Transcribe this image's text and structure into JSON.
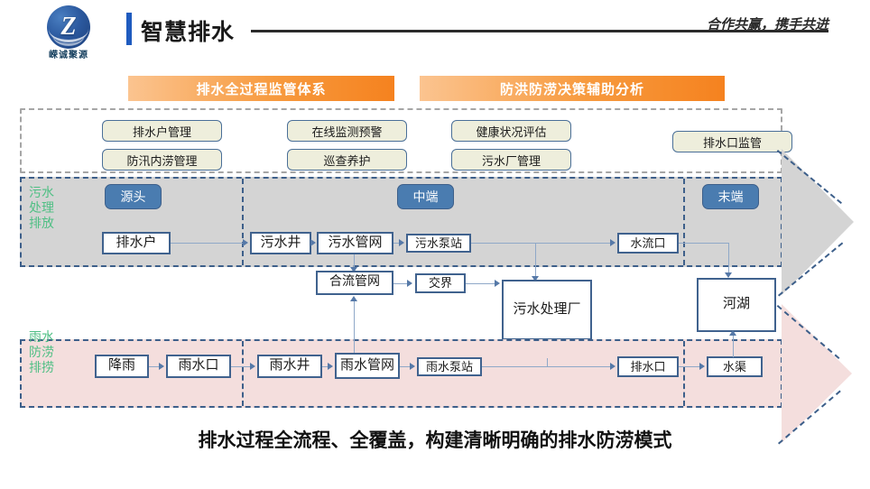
{
  "header": {
    "logo_name": "嵘诚聚源",
    "logo_glyph": "Z",
    "title": "智慧排水",
    "slogan": "合作共赢，携手共进"
  },
  "banners": [
    {
      "label": "排水全过程监管体系"
    },
    {
      "label": "防洪防涝决策辅助分析"
    }
  ],
  "function_modules": [
    {
      "label": "排水户管理"
    },
    {
      "label": "防汛内涝管理"
    },
    {
      "label": "在线监测预警"
    },
    {
      "label": "巡查养护"
    },
    {
      "label": "健康状况评估"
    },
    {
      "label": "污水厂管理"
    },
    {
      "label": "排水口监管"
    }
  ],
  "stages": [
    {
      "label": "源头"
    },
    {
      "label": "中端"
    },
    {
      "label": "末端"
    }
  ],
  "sections": [
    {
      "label": "污水\n处理\n排放",
      "lines": [
        "污水",
        "处理",
        "排放"
      ],
      "color": "#4fbf84"
    },
    {
      "label": "雨水\n防涝\n排捞",
      "lines": [
        "雨水",
        "防涝",
        "排捞"
      ],
      "color": "#4fbf84"
    }
  ],
  "sewage_flow": [
    {
      "label": "排水户"
    },
    {
      "label": "污水井"
    },
    {
      "label": "污水管网"
    },
    {
      "label": "污水泵站"
    },
    {
      "label": "水流口"
    }
  ],
  "middle_flow": [
    {
      "label": "合流管网"
    },
    {
      "label": "交界"
    },
    {
      "label": "污水处理厂"
    },
    {
      "label": "河湖"
    }
  ],
  "rain_flow": [
    {
      "label": "降雨"
    },
    {
      "label": "雨水口"
    },
    {
      "label": "雨水井"
    },
    {
      "label": "雨水管网"
    },
    {
      "label": "雨水泵站"
    },
    {
      "label": "排水口"
    },
    {
      "label": "水渠"
    }
  ],
  "caption": "排水过程全流程、全覆盖，构建清晰明确的排水防涝模式",
  "colors": {
    "banner_orange": "#f5821f",
    "stage_blue": "#4a7cb0",
    "node_border": "#40628e",
    "module_fill": "#eeeedc",
    "sewage_band": "#d4d4d4",
    "rain_band": "#f4dedd",
    "section_label": "#4fbf84",
    "title_accent": "#1f5bbf"
  }
}
